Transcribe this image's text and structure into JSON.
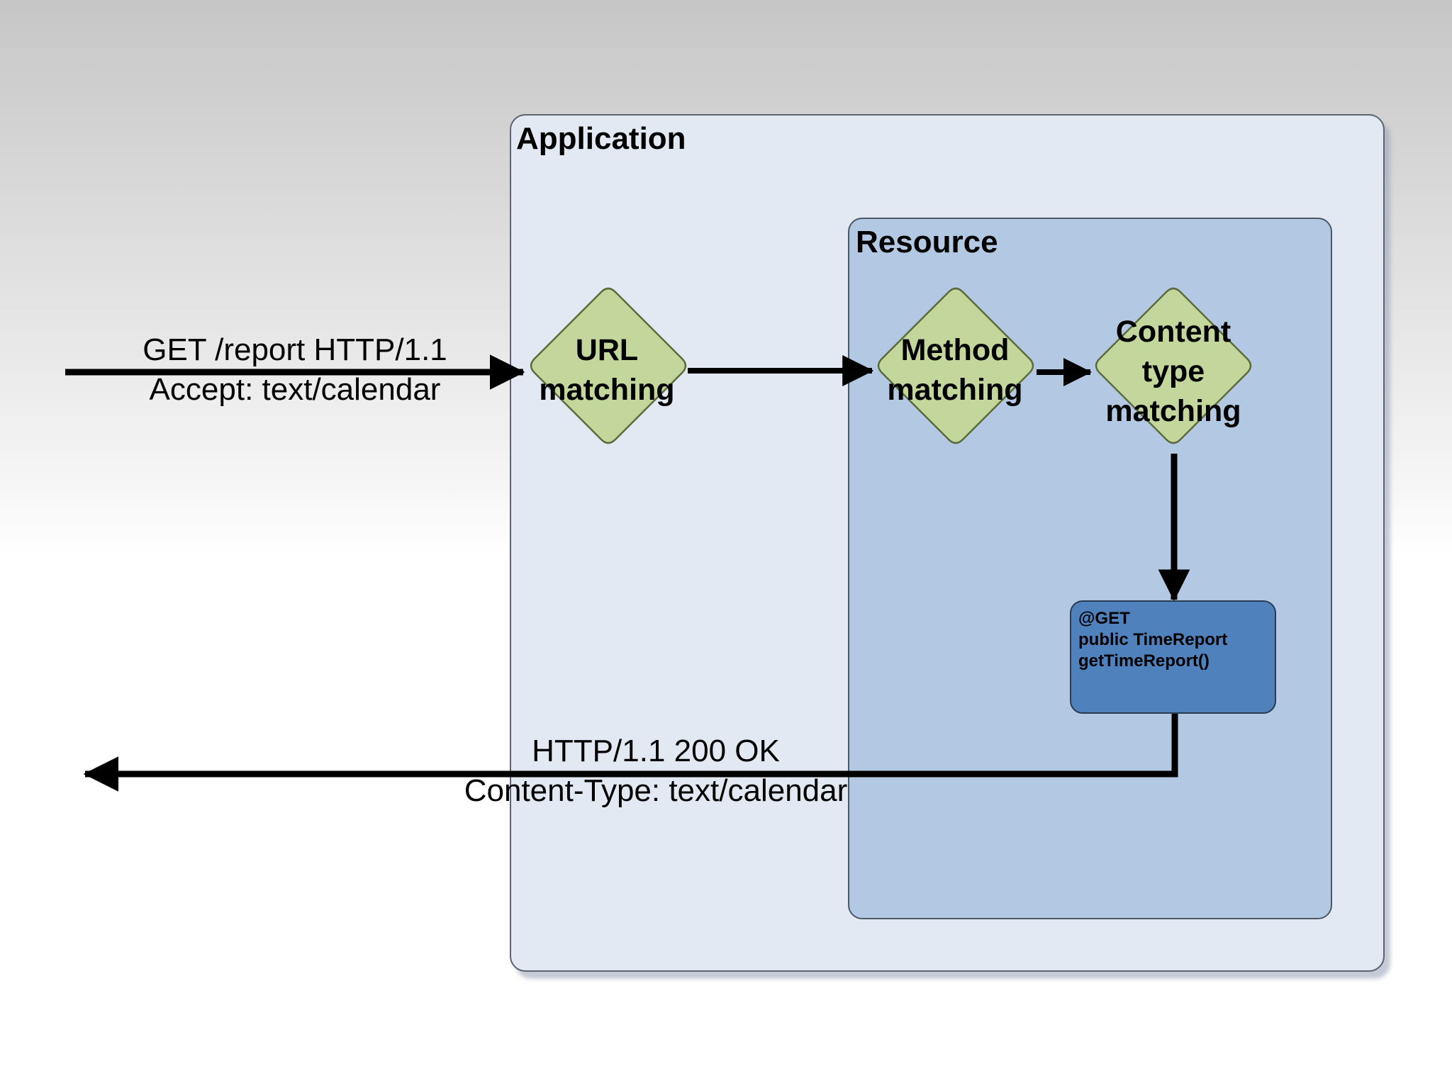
{
  "containers": {
    "application_title": "Application",
    "resource_title": "Resource"
  },
  "steps": {
    "url_matching": [
      "URL",
      "matching"
    ],
    "method_matching": [
      "Method",
      "matching"
    ],
    "content_type_matching": [
      "Content",
      "type",
      "matching"
    ]
  },
  "request": {
    "line1": "GET /report HTTP/1.1",
    "line2": "Accept: text/calendar"
  },
  "response": {
    "line1": "HTTP/1.1 200 OK",
    "line2": "Content-Type: text/calendar"
  },
  "resource_method": {
    "lines": [
      "@GET",
      "public TimeReport",
      "getTimeReport()"
    ]
  },
  "colors": {
    "application_fill": "#e3e9f3",
    "resource_fill": "#b3c8e2",
    "decision_fill": "#c3d69b",
    "method_fill": "#4f81bd"
  }
}
